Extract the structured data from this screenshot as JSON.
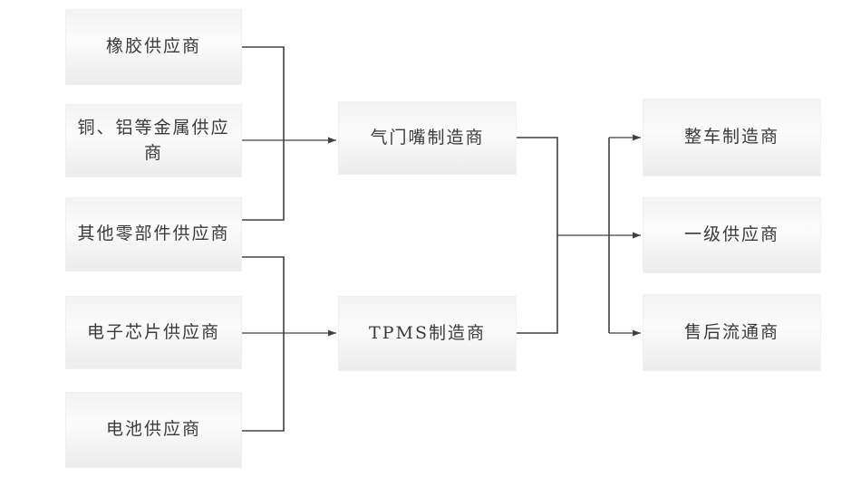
{
  "colors": {
    "background": "#ffffff",
    "line": "#404040",
    "node_fill_top": "#f3f3f3",
    "node_fill_bottom": "#ececec",
    "node_text": "#3a3a3a"
  },
  "nodes": {
    "rubber": {
      "label": "橡胶供应商"
    },
    "metal": {
      "label": "铜、铝等金属供应商"
    },
    "other_parts": {
      "label": "其他零部件供应商"
    },
    "chip": {
      "label": "电子芯片供应商"
    },
    "battery": {
      "label": "电池供应商"
    },
    "valve": {
      "label": "气门嘴制造商"
    },
    "tpms": {
      "label": "TPMS制造商"
    },
    "oem": {
      "label": "整车制造商"
    },
    "tier1": {
      "label": "一级供应商"
    },
    "aftermarket": {
      "label": "售后流通商"
    }
  },
  "edges": [
    {
      "from": "橡胶供应商",
      "to": "气门嘴制造商"
    },
    {
      "from": "铜、铝等金属供应商",
      "to": "气门嘴制造商"
    },
    {
      "from": "其他零部件供应商",
      "to": "气门嘴制造商"
    },
    {
      "from": "其他零部件供应商",
      "to": "TPMS制造商"
    },
    {
      "from": "电子芯片供应商",
      "to": "TPMS制造商"
    },
    {
      "from": "电池供应商",
      "to": "TPMS制造商"
    },
    {
      "from": "气门嘴制造商",
      "to": "整车制造商"
    },
    {
      "from": "气门嘴制造商",
      "to": "一级供应商"
    },
    {
      "from": "气门嘴制造商",
      "to": "售后流通商"
    },
    {
      "from": "TPMS制造商",
      "to": "整车制造商"
    },
    {
      "from": "TPMS制造商",
      "to": "一级供应商"
    },
    {
      "from": "TPMS制造商",
      "to": "售后流通商"
    }
  ]
}
